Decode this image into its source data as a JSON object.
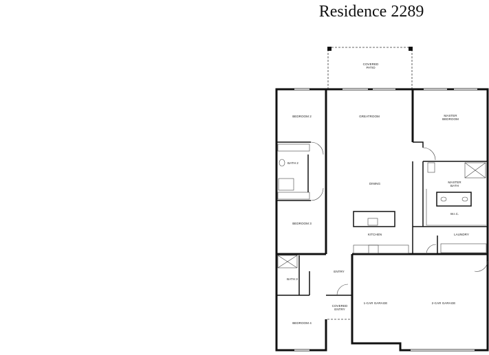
{
  "title": "Residence 2289",
  "rooms": {
    "covered_patio": [
      "COVERED",
      "PATIO"
    ],
    "bedroom2": "BEDROOM 2",
    "greatroom": "GREATROOM",
    "master_bedroom": [
      "MASTER",
      "BEDROOM"
    ],
    "bath2": "BATH 2",
    "dining": "DINING",
    "master_bath": [
      "MASTER",
      "BATH"
    ],
    "wic": "W.I.C.",
    "bedroom3": "BEDROOM 3",
    "kitchen": "KITCHEN",
    "laundry": "LAUNDRY",
    "entry": "ENTRY",
    "bath3": "BATH 3",
    "garage1": "1-CAR GARAGE",
    "garage2": "2-CAR GARAGE",
    "covered_entry": [
      "COVERED",
      "ENTRY"
    ],
    "bedroom4": "BEDROOM 4"
  }
}
